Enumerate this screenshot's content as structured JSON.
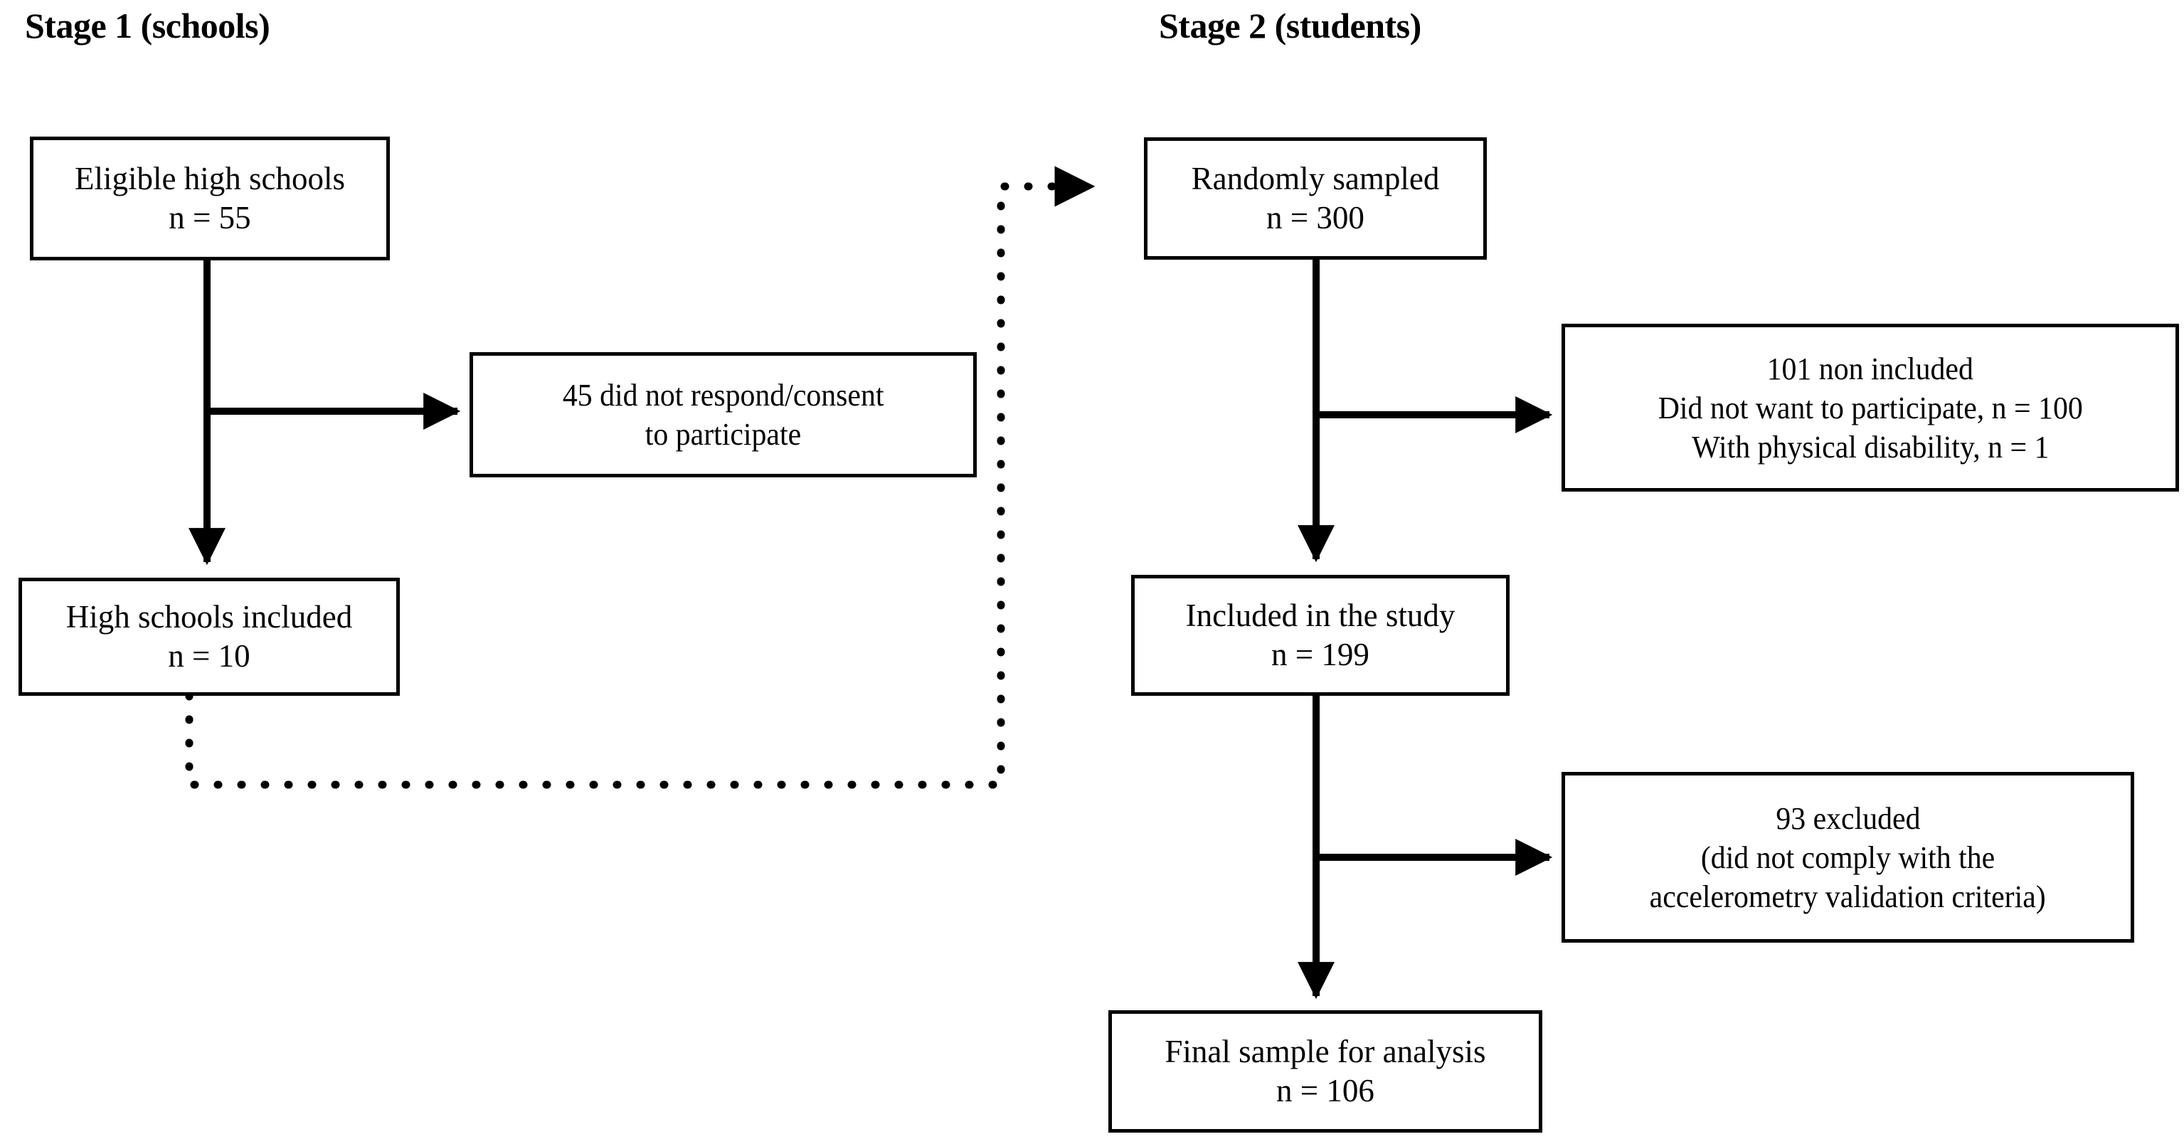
{
  "diagram": {
    "title_left": "Stage 1 (schools)",
    "title_right": "Stage 2 (students)",
    "stage1": {
      "eligible": {
        "line1": "Eligible high schools",
        "line2": "n = 55"
      },
      "not_respond": {
        "line1": "45 did not respond/consent",
        "line2": "to participate"
      },
      "included": {
        "line1": "High schools included",
        "line2": "n = 10"
      }
    },
    "stage2": {
      "sampled": {
        "line1": "Randomly sampled",
        "line2": "n = 300"
      },
      "non_included": {
        "line1": "101 non included",
        "line2": "Did not want to participate, n = 100",
        "line3": "With physical disability, n = 1"
      },
      "in_study": {
        "line1": "Included in the study",
        "line2": "n = 199"
      },
      "excluded": {
        "line1": "93 excluded",
        "line2": "(did not comply with the",
        "line3": "accelerometry validation criteria)"
      },
      "final": {
        "line1": "Final sample for analysis",
        "line2": "n = 106"
      }
    },
    "colors": {
      "stroke": "#000000",
      "background": "#ffffff",
      "text": "#000000"
    }
  },
  "chart_data": {
    "type": "diagram",
    "title": "Two-stage sampling flow diagram",
    "nodes": [
      {
        "id": "eligible",
        "stage": "Stage 1 (schools)",
        "label": "Eligible high schools",
        "n": 55
      },
      {
        "id": "not_respond",
        "stage": "Stage 1 (schools)",
        "label": "45 did not respond/consent to participate",
        "n": 45
      },
      {
        "id": "included",
        "stage": "Stage 1 (schools)",
        "label": "High schools included",
        "n": 10
      },
      {
        "id": "sampled",
        "stage": "Stage 2 (students)",
        "label": "Randomly sampled",
        "n": 300
      },
      {
        "id": "non_included",
        "stage": "Stage 2 (students)",
        "label": "101 non included: Did not want to participate, n = 100; With physical disability, n = 1",
        "n": 101
      },
      {
        "id": "in_study",
        "stage": "Stage 2 (students)",
        "label": "Included in the study",
        "n": 199
      },
      {
        "id": "excluded",
        "stage": "Stage 2 (students)",
        "label": "93 excluded (did not comply with the accelerometry validation criteria)",
        "n": 93
      },
      {
        "id": "final",
        "stage": "Stage 2 (students)",
        "label": "Final sample for analysis",
        "n": 106
      }
    ],
    "edges": [
      {
        "from": "eligible",
        "to": "not_respond",
        "style": "solid"
      },
      {
        "from": "eligible",
        "to": "included",
        "style": "solid"
      },
      {
        "from": "included",
        "to": "sampled",
        "style": "dotted"
      },
      {
        "from": "sampled",
        "to": "non_included",
        "style": "solid"
      },
      {
        "from": "sampled",
        "to": "in_study",
        "style": "solid"
      },
      {
        "from": "in_study",
        "to": "excluded",
        "style": "solid"
      },
      {
        "from": "in_study",
        "to": "final",
        "style": "solid"
      }
    ]
  }
}
